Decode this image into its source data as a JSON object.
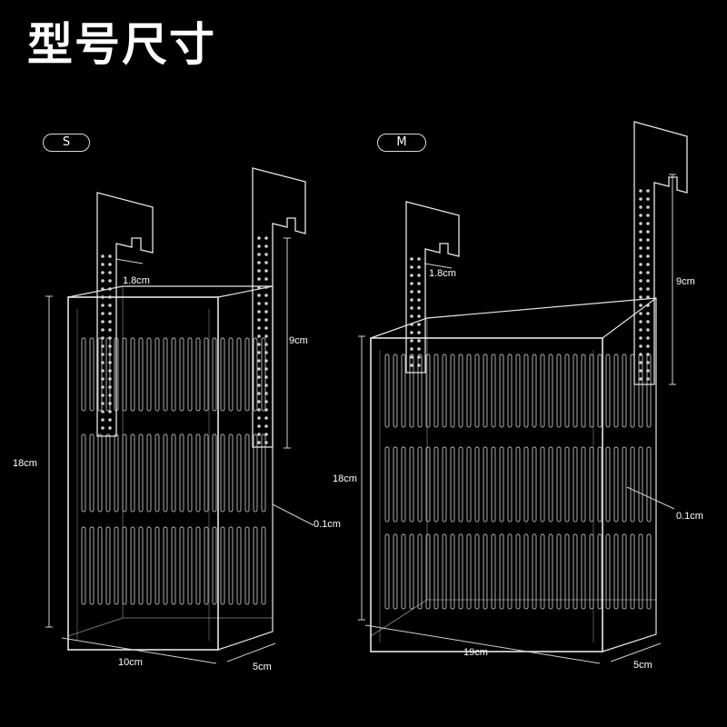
{
  "title": "型号尺寸",
  "models": {
    "s": {
      "label": "S",
      "hook_width": "1.8cm",
      "hook_height": "9cm",
      "height": "18cm",
      "thickness": "0.1cm",
      "width": "10cm",
      "depth": "5cm"
    },
    "m": {
      "label": "M",
      "hook_width": "1.8cm",
      "hook_height": "9cm",
      "height": "18cm",
      "thickness": "0.1cm",
      "width": "19cm",
      "depth": "5cm"
    }
  },
  "colors": {
    "background": "#000000",
    "acrylic": "#e6e6e6",
    "text": "#ffffff"
  }
}
